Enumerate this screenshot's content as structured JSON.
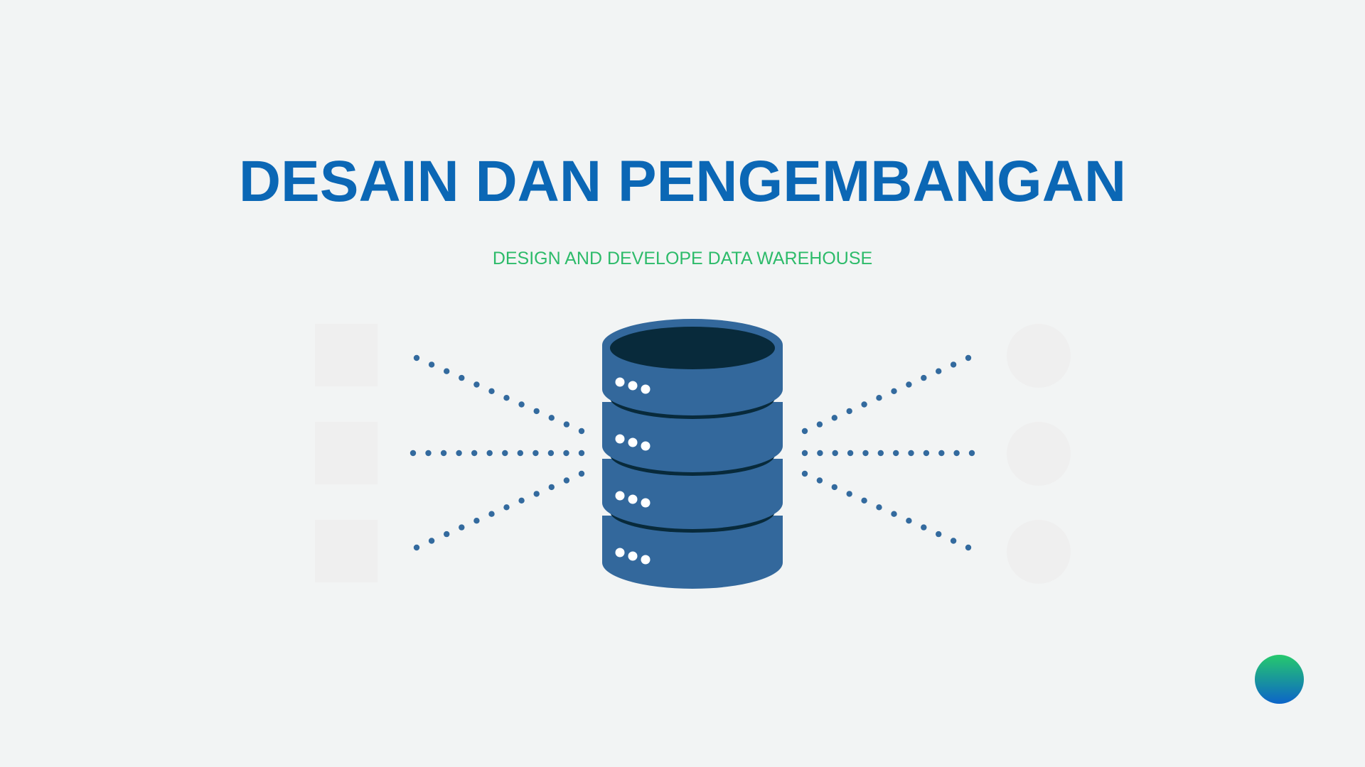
{
  "slide": {
    "title": "DESAIN DAN PENGEMBANGAN",
    "subtitle": "DESIGN AND DEVELOPE DATA WAREHOUSE"
  },
  "colors": {
    "background": "#f2f4f4",
    "title": "#0b67b5",
    "subtitle": "#2dbb6a",
    "database_body": "#33689c",
    "database_dark": "#082a3b",
    "connector_dots": "#336a9e",
    "placeholder": "#efefef",
    "corner_gradient_top": "#26c96d",
    "corner_gradient_bottom": "#0c64c9"
  },
  "diagram": {
    "center_icon": "database-icon",
    "left_nodes_icon": "square-placeholder",
    "right_nodes_icon": "circle-placeholder",
    "connections": 6
  }
}
